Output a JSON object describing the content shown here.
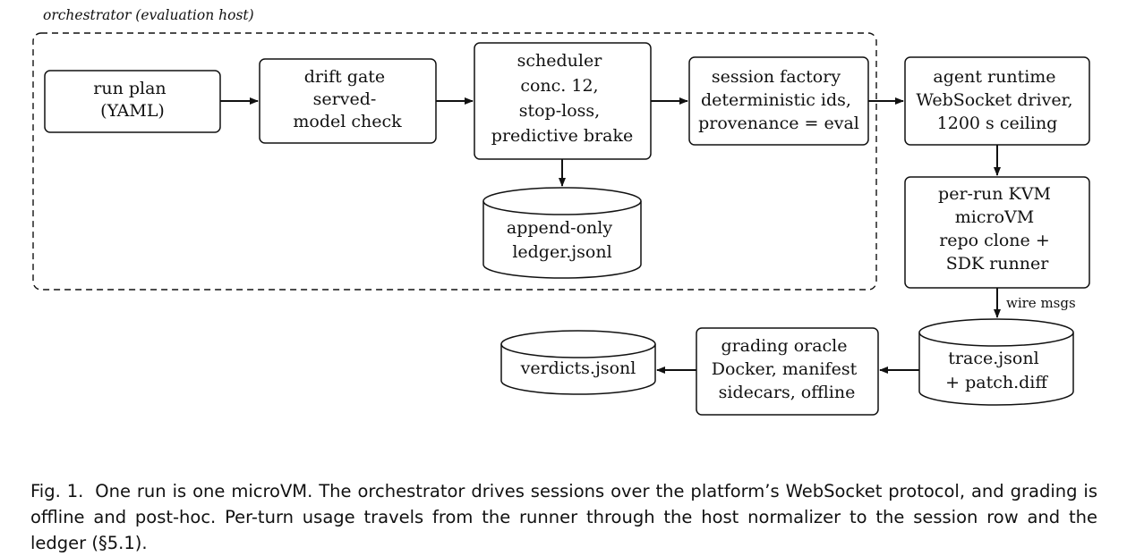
{
  "region": {
    "label": "orchestrator (evaluation host)"
  },
  "nodes": {
    "run_plan": {
      "lines": [
        "run plan",
        "(YAML)"
      ]
    },
    "drift_gate": {
      "lines": [
        "drift gate",
        "served-",
        "model check"
      ]
    },
    "scheduler": {
      "lines": [
        "scheduler",
        "conc. 12,",
        "stop-loss,",
        "predictive brake"
      ]
    },
    "session_factory": {
      "lines": [
        "session factory",
        "deterministic ids,",
        "provenance = eval"
      ]
    },
    "ledger": {
      "lines": [
        "append-only",
        "ledger.jsonl"
      ]
    },
    "agent_runtime": {
      "lines": [
        "agent runtime",
        "WebSocket driver,",
        "1200 s ceiling"
      ]
    },
    "microvm": {
      "lines": [
        "per-run KVM",
        "microVM",
        "repo clone +",
        "SDK runner"
      ]
    },
    "trace": {
      "lines": [
        "trace.jsonl",
        "+ patch.diff"
      ]
    },
    "grading_oracle": {
      "lines": [
        "grading oracle",
        "Docker, manifest",
        "sidecars, offline"
      ]
    },
    "verdicts": {
      "lines": [
        "verdicts.jsonl"
      ]
    }
  },
  "edges": {
    "wire_msgs_label": "wire msgs"
  },
  "caption": {
    "number": "Fig. 1.",
    "text": "One run is one microVM. The orchestrator drives sessions over the platform’s WebSocket protocol, and grading is offline and post-hoc. Per-turn usage travels from the runner through the host normalizer to the session row and the ledger (§5.1)."
  }
}
